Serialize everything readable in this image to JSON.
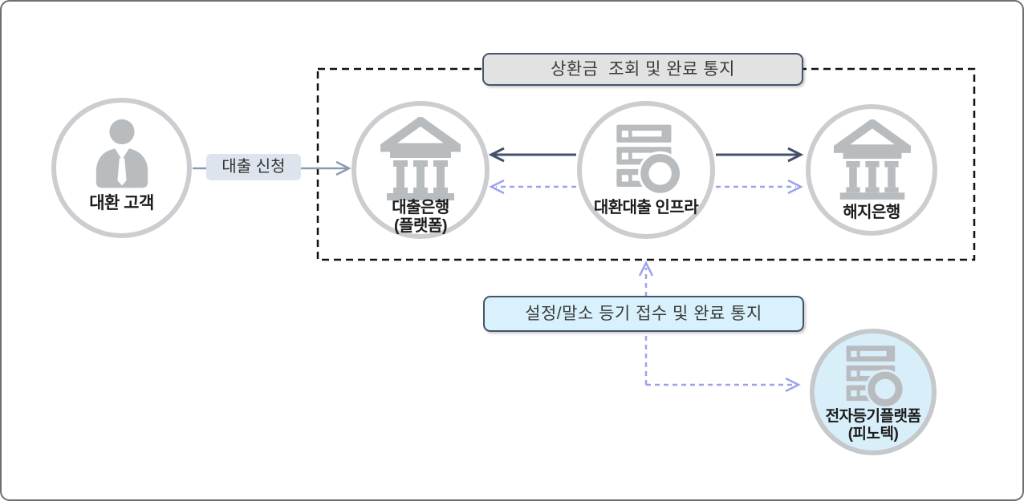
{
  "diagram": {
    "title_hint": "loan-refinance-flow-diagram",
    "customer": {
      "label": "대환 고객",
      "icon": "person-icon"
    },
    "loan_apply_tag": "대출 신청",
    "top_banner": "상환금  조회 및 완료 통지",
    "bottom_banner": "설정/말소 등기 접수 및 완료 통지",
    "loan_bank": {
      "label_line1": "대출은행",
      "label_line2": "(플랫폼)",
      "icon": "bank-icon"
    },
    "infra": {
      "label": "대환대출 인프라",
      "icon": "server-search-icon"
    },
    "exit_bank": {
      "label": "해지은행",
      "icon": "bank-icon"
    },
    "e_registry": {
      "label_line1": "전자등기플랫폼",
      "label_line2": "(피노텍)",
      "icon": "server-search-icon"
    },
    "colors": {
      "node_border_gray": "#cbcdd0",
      "icon_gray": "#b9bcbf",
      "solid_arrow_navy": "#45506b",
      "dashed_arrow_purple": "#9ba2ec",
      "gray_arrow": "#8b9ab2",
      "dashed_box_black": "#111111",
      "banner_gray_bg": "#e2e2e2",
      "banner_blue_bg": "#d9f1fc",
      "banner_border": "#44546a",
      "eregistry_bg": "#d8effa",
      "tag_bg": "#dde4ed"
    }
  }
}
